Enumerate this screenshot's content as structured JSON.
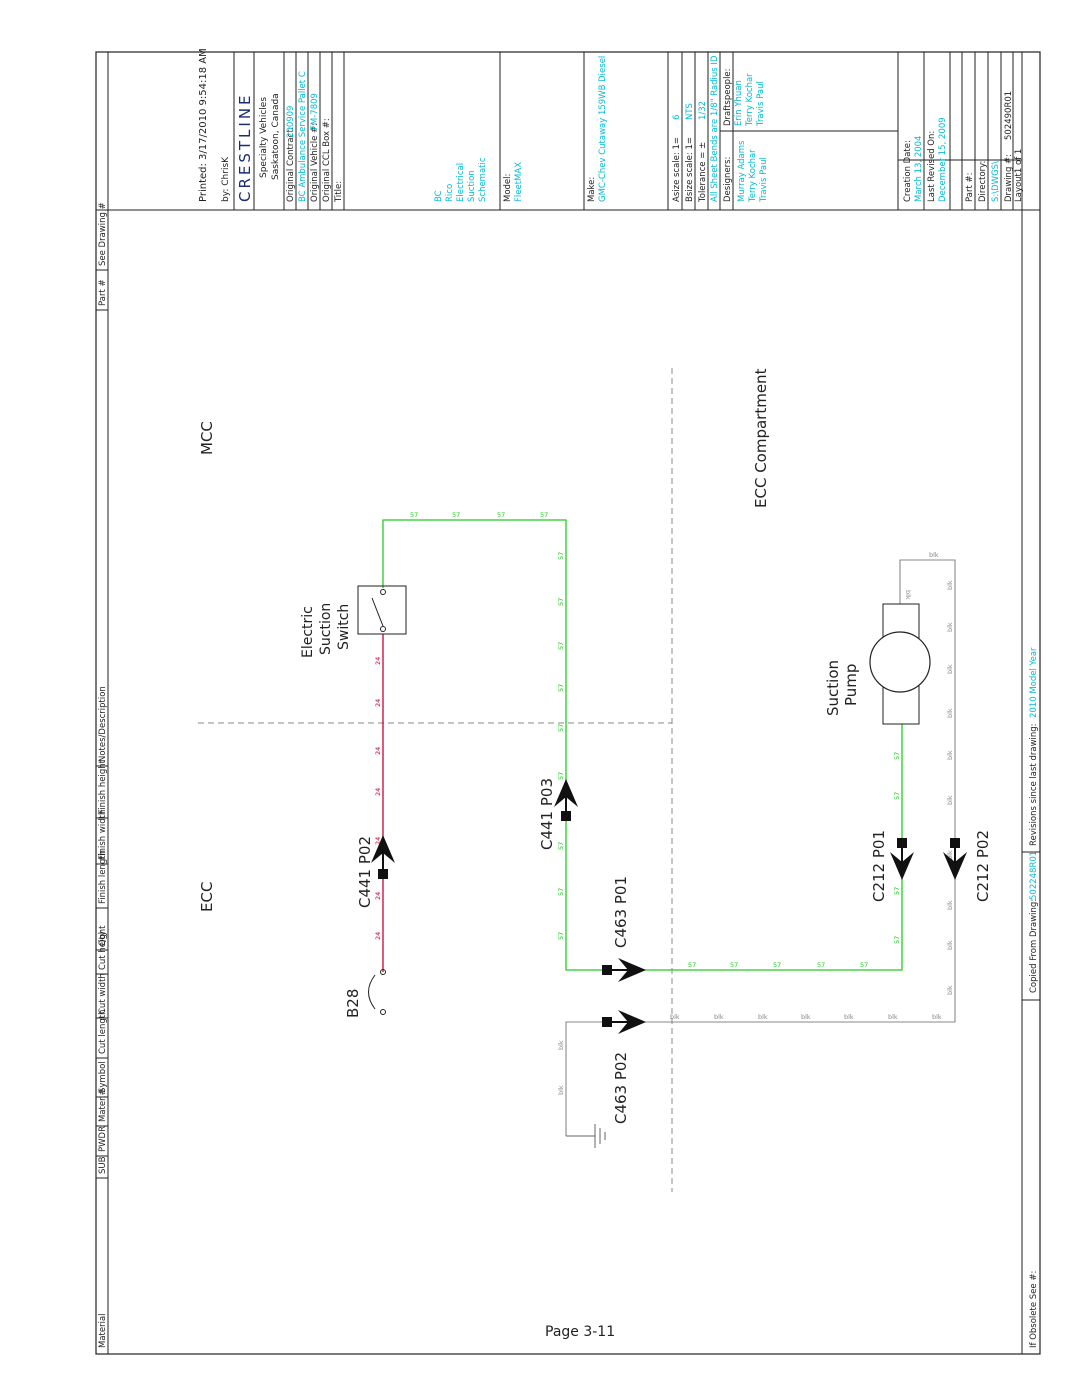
{
  "page_number": "Page 3-11",
  "header_bar": {
    "material": "Material",
    "columns": [
      "SUB",
      "PWDR",
      "Mater.#",
      "Symbol",
      "Cut length",
      "Cut width",
      "Cut height",
      "Qty",
      "Finish length",
      "Finish width",
      "Finish height",
      "Notes/Description",
      "Part #",
      "See Drawing #"
    ]
  },
  "footer_bar": {
    "obsolete": "If Obsolete See #:",
    "copied_from_label": "Copied From Drawing:",
    "copied_from_value": "502248R01",
    "revisions_label": "Revisions since last drawing:",
    "revisions_value": "2010 Model Year"
  },
  "title_block": {
    "printed": "Printed: 3/17/2010 9:54:18 AM",
    "by": "by: ChrisK",
    "logo": "CRESTLINE",
    "company_line1": "Specialty Vehicles",
    "company_line2": "Saskatoon, Canada",
    "original_contract_label": "Original Contract:",
    "original_contract_value": "200909",
    "contract_detail": "BC Ambulance Service Pallet C",
    "original_vehicle_label": "Original Vehicle #:",
    "original_vehicle_value": "FM-7809",
    "original_ccl_label": "Original CCL Box #:",
    "title_label": "Title:",
    "title_lines": [
      "BC",
      "Rico",
      "Electrical",
      "Suction",
      "Schematic"
    ],
    "model_label": "Model:",
    "model_value": "FleetMAX",
    "make_label": "Make:",
    "make_value": "GMC-Chev Cutaway 159WB Diesel",
    "asize_label": "Asize scale: 1=",
    "asize_value": "6",
    "bsize_label": "Bsize scale: 1=",
    "bsize_value": "NTS",
    "tolerance_label": "Tolerance = ±",
    "tolerance_value": "1/32",
    "bends_note": "All Sheet Bends are 1/8\" Radius ID",
    "designers_label": "Designers:",
    "designers": [
      "Murray Adams",
      "Terry Kochar",
      "Travis Paul"
    ],
    "draftspeople_label": "Draftspeople:",
    "draftspeople": [
      "Erin Yhuan",
      "Terry Kochar",
      "Travis Paul"
    ],
    "creation_label": "Creation Date:",
    "creation_value": "March 13, 2004",
    "revised_label": "Last Revised On:",
    "revised_value": "December 15, 2009",
    "part_label": "Part #:",
    "directory_label": "Directory:",
    "directory_value": "S:\\DWGS\\",
    "drawing_label": "Drawing #:",
    "drawing_value": "502490R01",
    "layout_label": "Layout1 of 1"
  },
  "schematic": {
    "zone_mcc": "MCC",
    "zone_ecc": "ECC",
    "zone_ecc_compartment": "ECC Compartment",
    "switch_label": [
      "Electric",
      "Suction",
      "Switch"
    ],
    "pump_label": [
      "Suction",
      "Pump"
    ],
    "b28": "B28",
    "connectors": {
      "c441_p02": "C441 P02",
      "c441_p03": "C441 P03",
      "c463_p01": "C463 P01",
      "c463_p02": "C463 P02",
      "c212_p01": "C212 P01",
      "c212_p02": "C212 P02"
    },
    "wire_24": "24",
    "wire_57": "57",
    "wire_blk": "blk",
    "colors": {
      "wire_24": "#cc0033",
      "wire_57": "#22cc22",
      "wire_blk": "#888888",
      "cyan_text": "#00bcd4"
    }
  }
}
